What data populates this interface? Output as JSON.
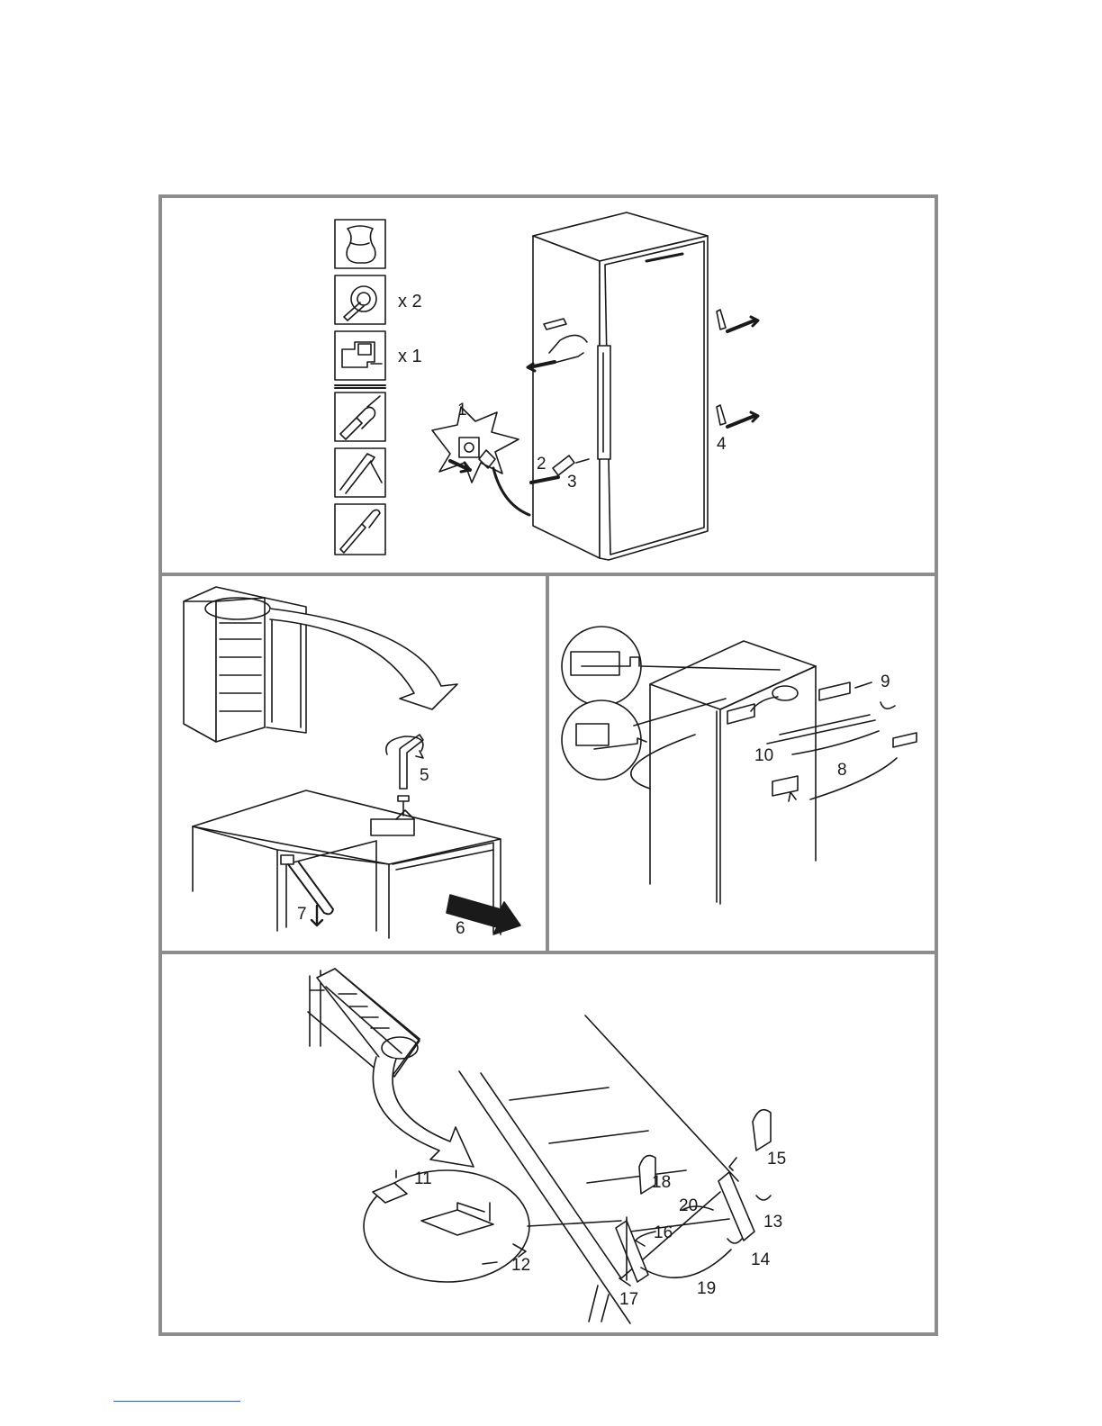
{
  "parts": {
    "hinge_pin_qty": "x 2",
    "bracket_qty": "x 1"
  },
  "tools": [
    "screwdriver-icon",
    "allen-key-icon",
    "putty-knife-icon"
  ],
  "parts_icons": [
    "bag-icon",
    "hinge-pin-icon",
    "hinge-bracket-icon"
  ],
  "steps": {
    "s1": "1",
    "s2": "2",
    "s3": "3",
    "s4": "4",
    "s5": "5",
    "s6": "6",
    "s7": "7",
    "s8": "8",
    "s9": "9",
    "s10": "10",
    "s11": "11",
    "s12": "12",
    "s13": "13",
    "s14": "14",
    "s15": "15",
    "s16": "16",
    "s17": "17",
    "s18": "18",
    "s19": "19",
    "s20": "20"
  },
  "colors": {
    "frame": "#8c8c8c",
    "line": "#1a1a1a",
    "footer_rule": "#3b5bdb"
  }
}
